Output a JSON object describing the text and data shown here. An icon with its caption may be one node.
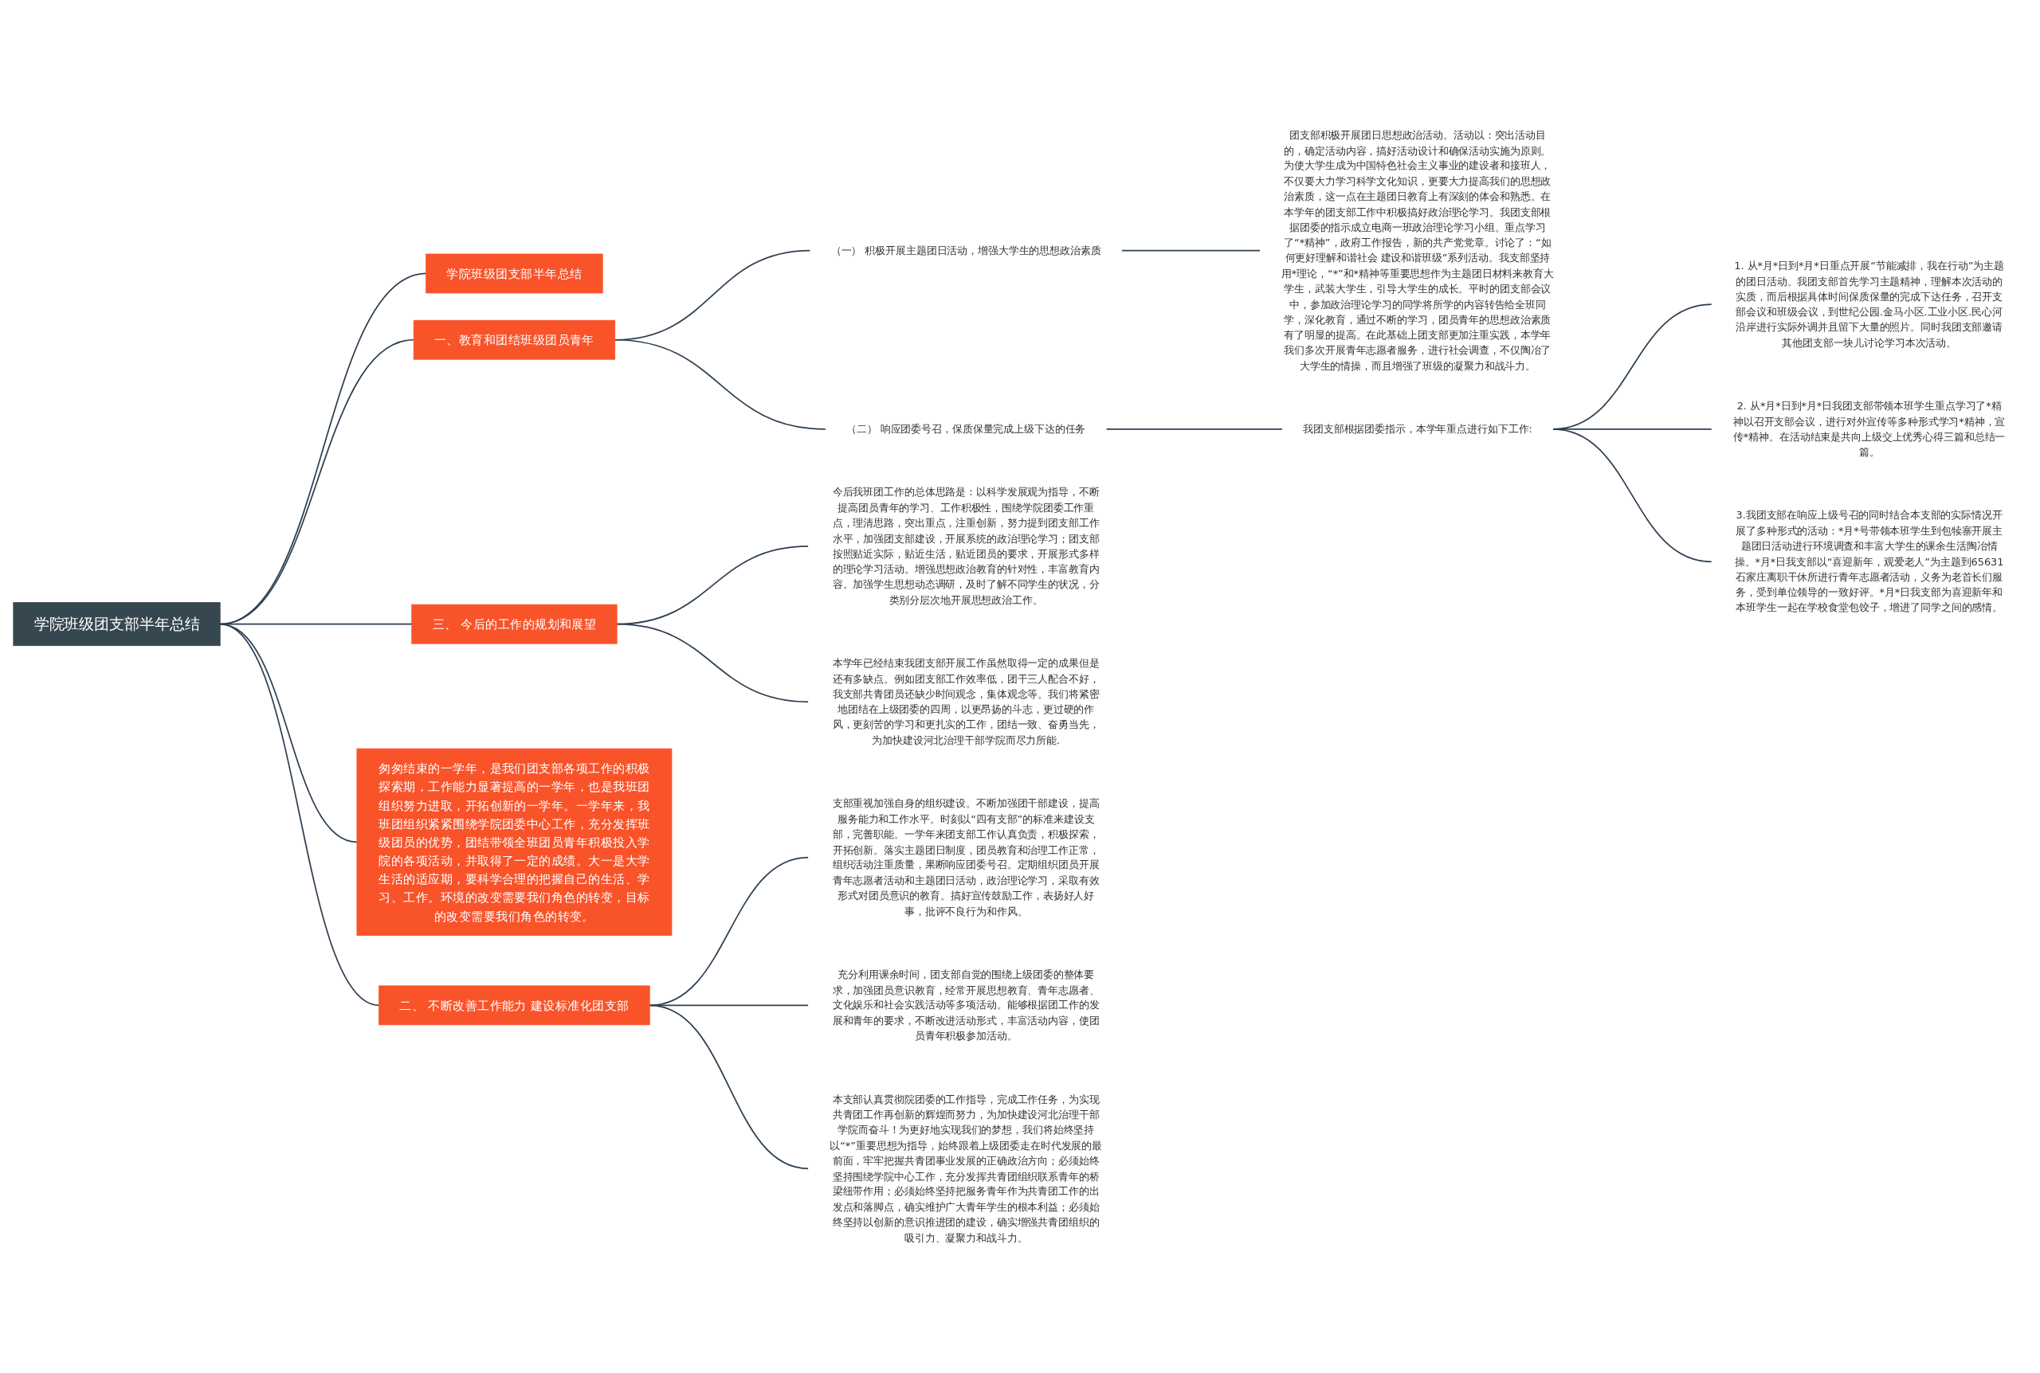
{
  "diagram": {
    "nodes": [
      {
        "text": [
          "学院班级团支部半年总结"
        ]
      },
      {
        "text": [
          "学院班级团支部半年总结"
        ]
      },
      {
        "text": [
          "一、教育和团结班级团员青年"
        ]
      },
      {
        "text": [
          "（一） 积极开展主题团日活动，增强大学生的思想政治素质"
        ]
      },
      {
        "text": [
          "团支部积极开展团日思想政治活动。活动以：突出活动目的，确定活动内容，搞好活动设计和确保活动实施为原则。为使大学生成为中国特色社会主义事业的建设者和接班人，不仅要大力学习科学文化知识，更要大力提高我们的思想政治素质，这一点在主题团日教育上有深刻的体会和熟悉。在本学年的团支部工作中积极搞好政治理论学习。我团支部根据团委的指示成立电商一班政治理论学习小组。重点学习了“*精神”，政府工作报告，新的共产党党章。讨论了：“如何更好理解和谐社会 建设和谐班级”系列活动。我支部坚持用*理论，“*”和*精神等重要思想作为主题团日材料来教育大学生，武装大学生，引导大学生的成长。平时的团支部会议中，参加政治理论学习的同学将所学的内容转告给全班同学，深化教育，通过不断的学习，团员青年的思想政治素质有了明显的提高。在此基础上团支部更加注重实践，本学年我们多次开展青年志愿者服务，进行社会调查，不仅陶冶了大学生的情操，而且增强了班级的凝聚力和战斗力。"
        ]
      },
      {
        "text": [
          "（二） 响应团委号召，保质保量完成上级下达的任务"
        ]
      },
      {
        "text": [
          "我团支部根据团委指示，本学年重点进行如下工作:"
        ]
      },
      {
        "text": [
          "1. 从*月*日到*月*日重点开展“节能减排，我在行动”为主题的团日活动。我团支部首先学习主题精神，理解本次活动的实质，而后根据具体时间保质保量的完成下达任务，召开支部会议和班级会议，到世纪公园.金马小区.工业小区.民心河沿岸进行实际外调并且留下大量的照片。同时我团支部邀请其他团支部一块儿讨论学习本次活动。"
        ]
      },
      {
        "text": [
          "2. 从*月*日到*月*日我团支部带领本班学生重点学习了*精神以召开支部会议，进行对外宣传等多种形式学习*精神，宣传*精神。在活动结束是共向上级交上优秀心得三篇和总结一篇。"
        ]
      },
      {
        "text": [
          "3.我团支部在响应上级号召的同时结合本支部的实际情况开展了多种形式的活动：*月*号带领本班学生到包犊寨开展主题团日活动进行环境调查和丰富大学生的课余生活陶冶情操。*月*日我支部以“喜迎新年，观爱老人”为主题到65631石家庄离职干休所进行青年志愿者活动，义务为老首长们服务，受到单位领导的一致好评。*月*日我支部为喜迎新年和本班学生一起在学校食堂包饺子，增进了同学之间的感情。"
        ]
      },
      {
        "text": [
          "三、 今后的工作的规划和展望"
        ]
      },
      {
        "text": [
          "今后我班团工作的总体思路是：以科学发展观为指导，不断提高团员青年的学习、工作积极性，围绕学院团委工作重点，理清思路，突出重点，注重创新，努力提到团支部工作水平，加强团支部建设，开展系统的政治理论学习；团支部按照贴近实际，贴近生活，贴近团员的要求，开展形式多样的理论学习活动。增强思想政治教育的针对性，丰富教育内容。加强学生思想动态调研，及时了解不同学生的状况，分类别分层次地开展思想政治工作。"
        ]
      },
      {
        "text": [
          "本学年已经结束我团支部开展工作虽然取得一定的成果但是还有多缺点。例如团支部工作效率低，团干三人配合不好，我支部共青团员还缺少时间观念，集体观念等。我们将紧密地团结在上级团委的四周，以更昂扬的斗志，更过硬的作风，更刻苦的学习和更扎实的工作，团结一致、奋勇当先，为加快建设河北治理干部学院而尽力所能."
        ]
      },
      {
        "text": [
          "匆匆结束的一学年，是我们团支部各项工作的积极探索期，工作能力显著提高的一学年，也是我班团组织努力进取，开拓创新的一学年。一学年来，我班团组织紧紧围绕学院团委中心工作，充分发挥班级团员的优势，团结带领全班团员青年积极投入学院的各项活动，并取得了一定的成绩。大一是大学生活的适应期，要科学合理的把握自己的生活、学习、工作。环境的改变需要我们角色的转变，目标的改变需要我们角色的转变。"
        ]
      },
      {
        "text": [
          "二、 不断改善工作能力 建设标准化团支部"
        ]
      },
      {
        "text": [
          "支部重视加强自身的组织建设。不断加强团干部建设，提高服务能力和工作水平。时刻以“四有支部”的标准来建设支部，完善职能。一学年来团支部工作认真负责，积极探索，开拓创新。落实主题团日制度，团员教育和治理工作正常，组织活动注重质量，果断响应团委号召。定期组织团员开展青年志愿者活动和主题团日活动，政治理论学习，采取有效形式对团员意识的教育。搞好宣传鼓励工作，表扬好人好事，批评不良行为和作风。"
        ]
      },
      {
        "text": [
          "充分利用课余时间，团支部自觉的围绕上级团委的整体要求，加强团员意识教育，经常开展思想教育、青年志愿者、文化娱乐和社会实践活动等多项活动。能够根据团工作的发展和青年的要求，不断改进活动形式，丰富活动内容，使团员青年积极参加活动。"
        ]
      },
      {
        "text": [
          "本支部认真贯彻院团委的工作指导，完成工作任务，为实现共青团工作再创新的辉煌而努力，为加快建设河北治理干部学院而奋斗！为更好地实现我们的梦想，我们将始终坚持以“*”重要思想为指导，始终跟着上级团委走在时代发展的最前面，牢牢把握共青团事业发展的正确政治方向；必须始终坚持围绕学院中心工作，充分发挥共青团组织联系青年的桥梁纽带作用；必须始终坚持把服务青年作为共青团工作的出发点和落脚点，确实维护广大青年学生的根本利益；必须始终坚持以创新的意识推进团的建设，确实增强共青团组织的吸引力、凝聚力和战斗力。"
        ]
      }
    ],
    "edges": [
      {
        "from": 0,
        "to": 1,
        "arrow": "none"
      },
      {
        "from": 0,
        "to": 2,
        "arrow": "none"
      },
      {
        "from": 2,
        "to": 3,
        "arrow": "none"
      },
      {
        "from": 3,
        "to": 4,
        "arrow": "none"
      },
      {
        "from": 2,
        "to": 5,
        "arrow": "none"
      },
      {
        "from": 5,
        "to": 6,
        "arrow": "none"
      },
      {
        "from": 6,
        "to": 7,
        "arrow": "none"
      },
      {
        "from": 6,
        "to": 8,
        "arrow": "none"
      },
      {
        "from": 6,
        "to": 9,
        "arrow": "none"
      },
      {
        "from": 0,
        "to": 10,
        "arrow": "none"
      },
      {
        "from": 10,
        "to": 11,
        "arrow": "none"
      },
      {
        "from": 10,
        "to": 12,
        "arrow": "none"
      },
      {
        "from": 0,
        "to": 13,
        "arrow": "none"
      },
      {
        "from": 0,
        "to": 14,
        "arrow": "none"
      },
      {
        "from": 14,
        "to": 15,
        "arrow": "none"
      },
      {
        "from": 14,
        "to": 16,
        "arrow": "none"
      },
      {
        "from": 14,
        "to": 17,
        "arrow": "none"
      }
    ]
  }
}
